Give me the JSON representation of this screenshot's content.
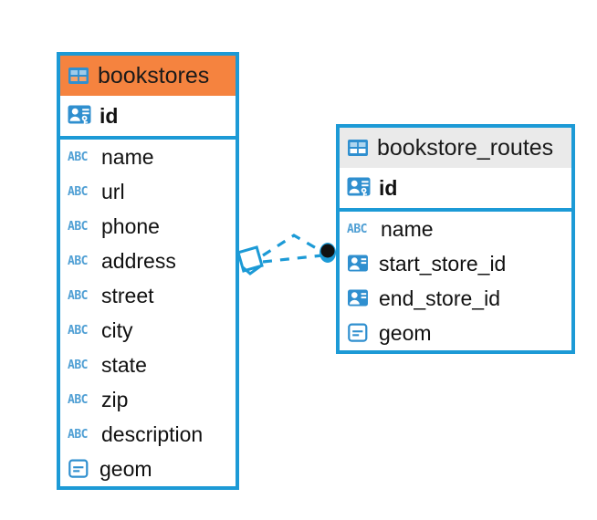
{
  "diagram": {
    "type": "entity-relationship-diagram",
    "background_color": "#FFFFFF",
    "accent_color": "#1C9AD6",
    "highlight_color": "#F5833F",
    "header_gray": "#EAEAEA"
  },
  "entities": [
    {
      "name": "bookstores",
      "header_icon": "table-icon",
      "header_style": "accent-orange",
      "fields": [
        {
          "name": "id",
          "icon": "primary-key-icon",
          "bold": true
        },
        {
          "name": "name",
          "icon": "abc-text-icon",
          "bold": false
        },
        {
          "name": "url",
          "icon": "abc-text-icon",
          "bold": false
        },
        {
          "name": "phone",
          "icon": "abc-text-icon",
          "bold": false
        },
        {
          "name": "address",
          "icon": "abc-text-icon",
          "bold": false
        },
        {
          "name": "street",
          "icon": "abc-text-icon",
          "bold": false
        },
        {
          "name": "city",
          "icon": "abc-text-icon",
          "bold": false
        },
        {
          "name": "state",
          "icon": "abc-text-icon",
          "bold": false
        },
        {
          "name": "zip",
          "icon": "abc-text-icon",
          "bold": false
        },
        {
          "name": "description",
          "icon": "abc-text-icon",
          "bold": false
        },
        {
          "name": "geom",
          "icon": "geometry-icon",
          "bold": false
        }
      ]
    },
    {
      "name": "bookstore_routes",
      "header_icon": "table-icon",
      "header_style": "accent-gray",
      "fields": [
        {
          "name": "id",
          "icon": "primary-key-icon",
          "bold": true
        },
        {
          "name": "name",
          "icon": "abc-text-icon",
          "bold": false
        },
        {
          "name": "start_store_id",
          "icon": "foreign-key-icon",
          "bold": false
        },
        {
          "name": "end_store_id",
          "icon": "foreign-key-icon",
          "bold": false
        },
        {
          "name": "geom",
          "icon": "geometry-icon",
          "bold": false
        }
      ]
    }
  ],
  "relationships": [
    {
      "from_entity": "bookstores",
      "to_entity": "bookstore_routes",
      "from_marker": "diamond-outline",
      "to_marker": "filled-circle",
      "line_style": "dashed",
      "line_color": "#1C9AD6"
    }
  ],
  "icon_labels": {
    "abc_text": "ABC"
  }
}
